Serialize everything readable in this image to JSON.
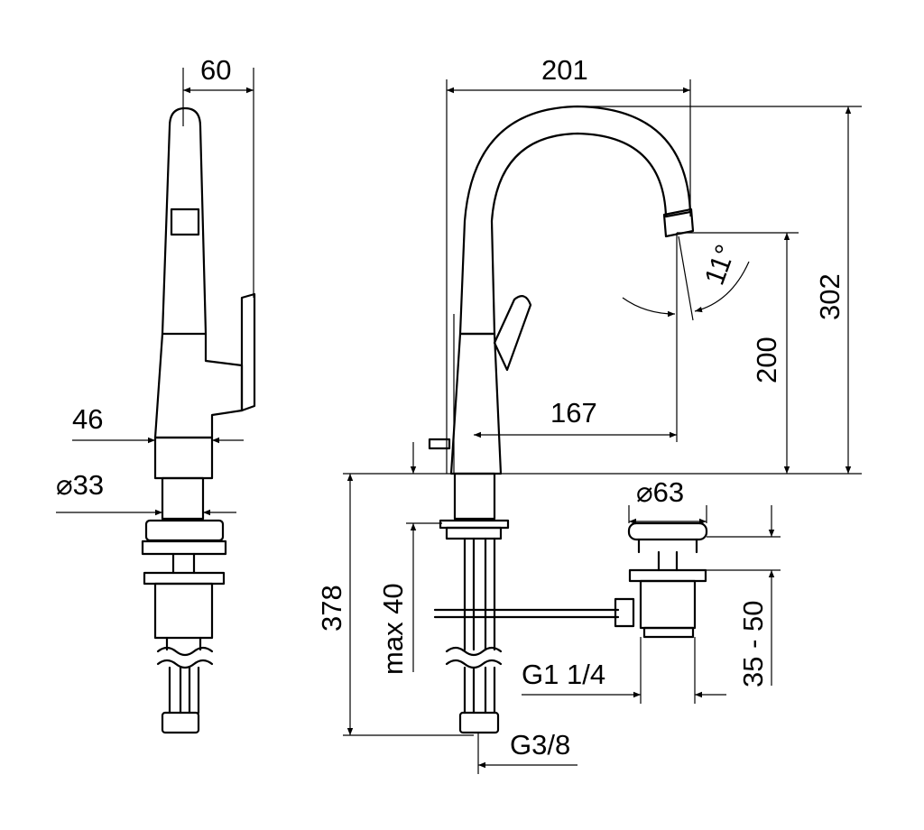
{
  "drawing": {
    "side_view": {
      "width_top": "60",
      "width_base": "46",
      "hole_diameter": "⌀33"
    },
    "front_view": {
      "overall_reach": "201",
      "overall_height": "302",
      "spout_height": "200",
      "spout_angle": "11°",
      "spout_reach": "167",
      "total_length": "378",
      "max_thickness": "max  40",
      "waste_diameter": "⌀63",
      "waste_range": "35 - 50",
      "waste_thread": "G1 1/4",
      "hose_thread": "G3/8"
    }
  }
}
